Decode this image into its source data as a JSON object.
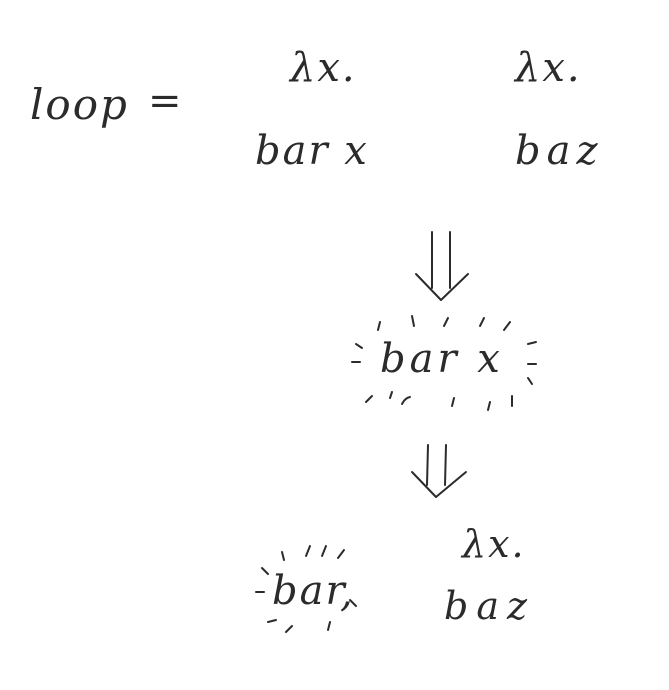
{
  "equation": {
    "lhs": "loop",
    "equals": "=",
    "term1": {
      "lambda": "λx.",
      "body": "bar x"
    },
    "term2": {
      "lambda": "λx.",
      "body": "baz"
    }
  },
  "step1": {
    "arrow": "⇓",
    "result": "bar x"
  },
  "step2": {
    "arrow": "⇓",
    "result_left": "bar",
    "result_right": {
      "lambda": "λx.",
      "body": "baz"
    }
  }
}
